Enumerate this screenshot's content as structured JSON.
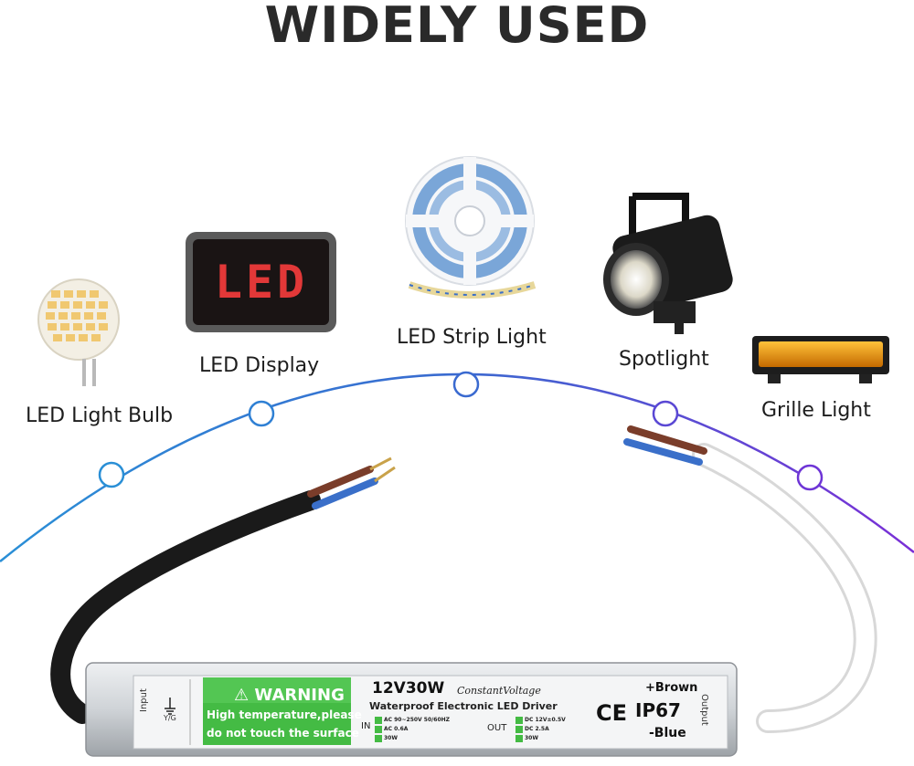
{
  "heading": "WIDELY USED",
  "applications": [
    {
      "label": "LED Light Bulb"
    },
    {
      "label": "LED Display"
    },
    {
      "label": "LED Strip Light"
    },
    {
      "label": "Spotlight"
    },
    {
      "label": "Grille Light"
    }
  ],
  "display_text": "LED",
  "driver": {
    "warning_title": "⚠ WARNING",
    "warning_line1": "High temperature,please",
    "warning_line2": "do not touch the surface",
    "model": "12V30W",
    "mode": "ConstantVoltage",
    "description": "Waterproof Electronic LED Driver",
    "ce_mark": "CE",
    "ip_rating": "IP67",
    "positive": "+Brown",
    "negative": "-Blue",
    "input_label": "Input",
    "output_label": "Output",
    "ground_label": "Y/G",
    "in_label": "IN",
    "out_label": "OUT",
    "input_specs": [
      "AC 90~250V 50/60HZ",
      "AC 0.6A",
      "30W"
    ],
    "output_specs": [
      "DC 12V±0.5V",
      "DC 2.5A",
      "30W"
    ]
  },
  "colors": {
    "heading": "#2a2a2a",
    "arc_start": "#2a8fd6",
    "arc_end": "#7a2fd6",
    "warning_green": "#44bb44",
    "driver_body": "#cfd3d7"
  }
}
